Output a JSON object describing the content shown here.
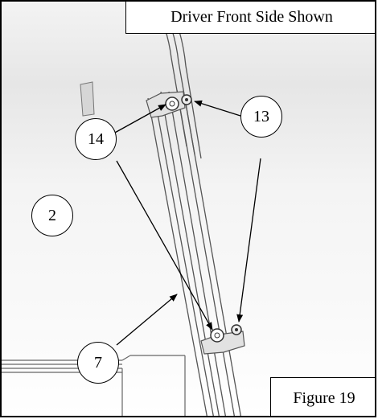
{
  "title_label": "Driver Front Side Shown",
  "figure_label": "Figure 19",
  "callouts": {
    "c14": "14",
    "c13": "13",
    "c2": "2",
    "c7": "7"
  },
  "colors": {
    "line": "#000000",
    "part_edge": "#555555",
    "background_top": "#e6e6e6",
    "background_bottom": "#ffffff"
  }
}
